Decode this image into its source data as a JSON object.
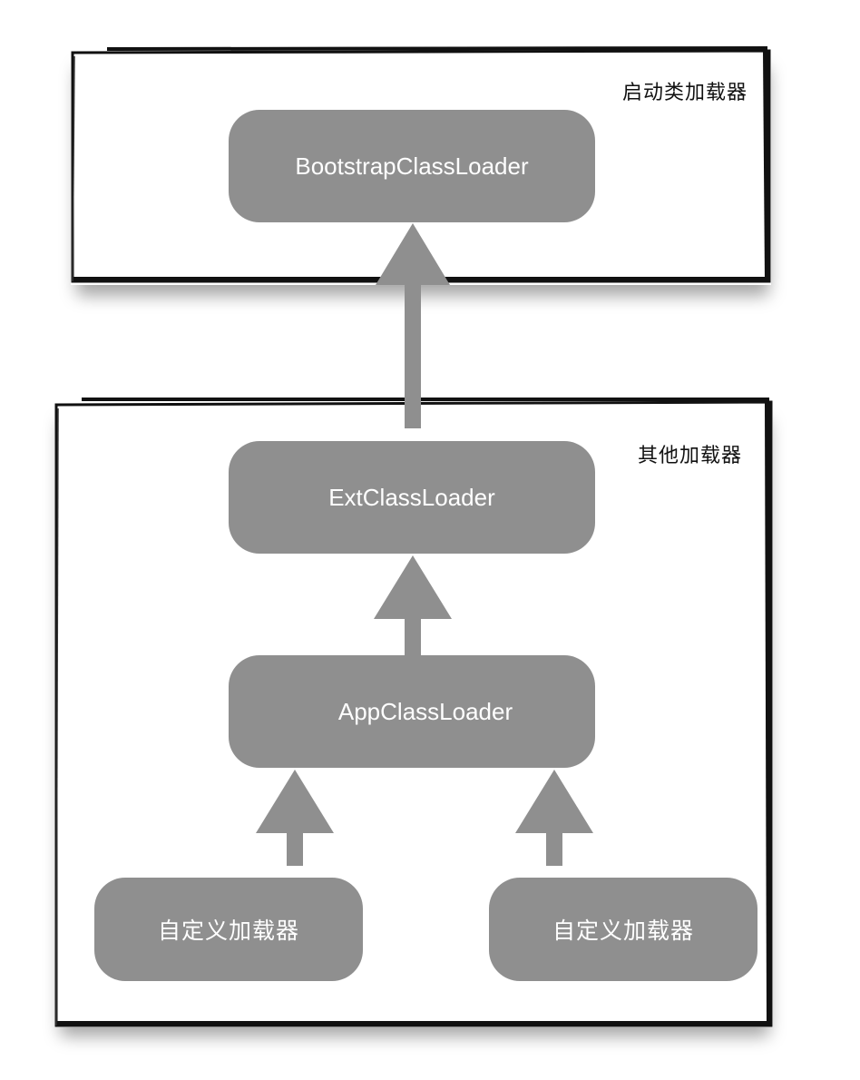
{
  "colors": {
    "node_fill": "#8f8f8f",
    "node_text": "#ffffff",
    "arrow": "#8f8f8f",
    "frame_border": "#111111",
    "frame_label": "#111111"
  },
  "frames": {
    "bootstrap": {
      "label": "启动类加载器"
    },
    "others": {
      "label": "其他加载器"
    }
  },
  "nodes": {
    "bootstrap": {
      "label": "BootstrapClassLoader"
    },
    "ext": {
      "label": "ExtClassLoader"
    },
    "app": {
      "label": "AppClassLoader"
    },
    "custom_left": {
      "label": "自定义加载器"
    },
    "custom_right": {
      "label": "自定义加载器"
    }
  },
  "edges": [
    {
      "from": "ext",
      "to": "bootstrap",
      "direction": "up"
    },
    {
      "from": "app",
      "to": "ext",
      "direction": "up"
    },
    {
      "from": "custom_left",
      "to": "app",
      "direction": "up"
    },
    {
      "from": "custom_right",
      "to": "app",
      "direction": "up"
    }
  ]
}
